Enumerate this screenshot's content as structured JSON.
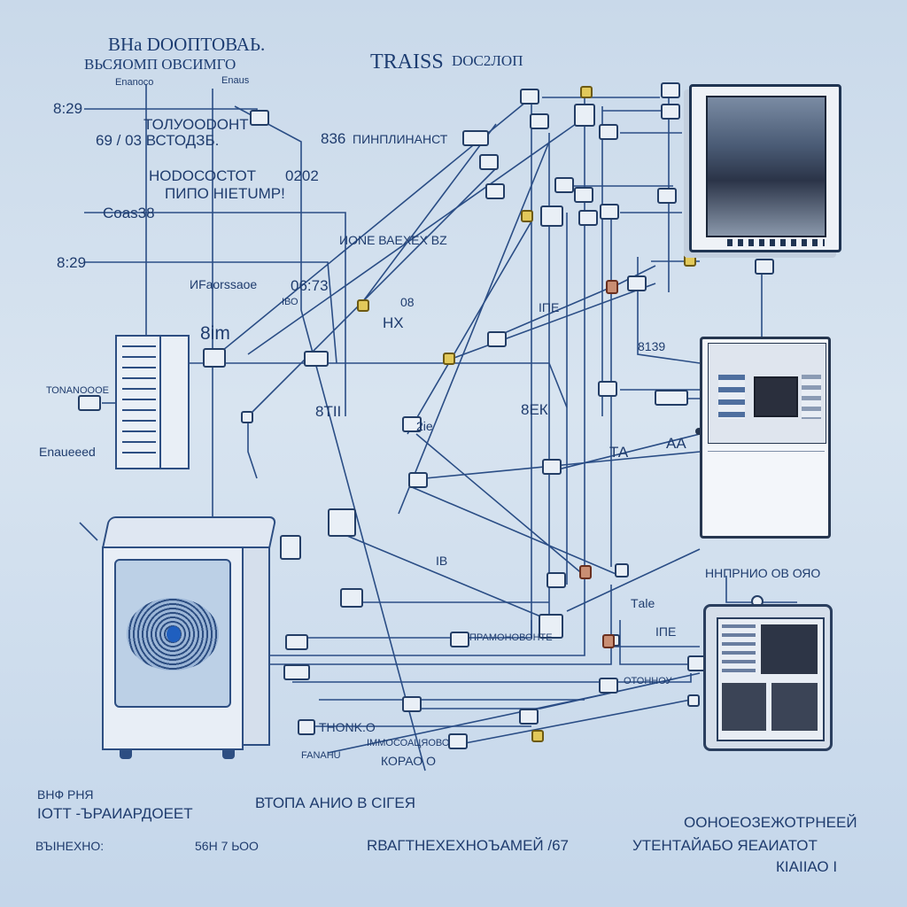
{
  "header": {
    "title_left_1": "ВНа DОOПТОВАЬ.",
    "title_left_2": "ВЬСЯОМП ОВСИМГО",
    "title_center": "TRAISS",
    "title_center_suffix": "DOC2ЛОП"
  },
  "labels": {
    "l_enanoco": "Enanoco",
    "l_enaus": "Enaus",
    "l_829": "8:29",
    "l_tolyodont": "ТОЛУООDOНТ",
    "l_6903": "69 / 03 ВСТОДЗБ.",
    "l_836": "836",
    "l_pinpanie": "ПИНПЛИНАНСТ",
    "l_nodos": "НОDОСОСТОТ",
    "l_0202": "0202",
    "l_pumo": "ПИПО НIEТUMР!",
    "l_coas": "Соаs38",
    "l_nome": "ИОNЕ ВАЕХЕХ ВZ",
    "l_829b": "8:29",
    "l_ifaassa": "ИFaоrssаоe",
    "l_0673": "06:73",
    "l_ibo": "ІВО",
    "l_08": "08",
    "l_hx": "НХ",
    "l_8im": "8іm",
    "l_tonanoo": "ТОNАNОООЕ",
    "l_enaueeed": "Enaueeed",
    "l_sti": "8ТІІ",
    "l_2ie": "2іе",
    "l_ine": "ІПЕ",
    "l_8139": "8139",
    "l_8ek": "8ЕК",
    "l_aa": "АА",
    "l_ta": "ТА",
    "l_ib": "ІВ",
    "l_nanpuo": "ННПРНИО ОВ ОЯО",
    "l_tale": "Тale",
    "l_ine2": "ІПЕ",
    "l_pramor": "ПРАМОНОВОНТЕ",
    "l_otonnoy": "ОТОННОУ",
    "l_thonk": "ТНОNK.О",
    "l_immocau": "ІММОСОАЦЯОВО",
    "l_fanahu": "FANAHU",
    "l_kopao": "КОРАО О"
  },
  "footer": {
    "b1": "ВНФ РНЯ",
    "b2": "ІОТТ -ЪРАИАРДОЕЕТ",
    "b3": "ВЪІНЕХНО:",
    "b4": "56Н 7 ЬОО",
    "b5": "ВТОПА АНИО В СІГЕЯ",
    "b6": "RВАГТНЕХЕХНОЪАМЕЙ /67",
    "b7": "ООНОЕОЗЕЖОТРНЕЕЙ",
    "b8": "УТЕНТАЙАБО ЯЕАИАТОТ",
    "b9": "КIАIIАО I"
  },
  "colors": {
    "wire": "#2a4d85",
    "text": "#1f3c6e",
    "node_fill": "#e9eff6",
    "accent_yellow": "#e2c95a",
    "accent_red": "#c98e73"
  }
}
